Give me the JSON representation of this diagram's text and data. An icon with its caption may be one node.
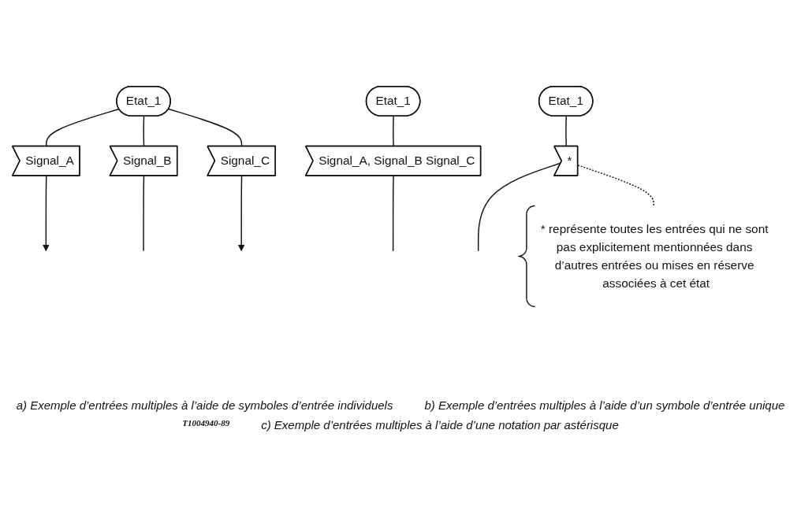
{
  "diagram": {
    "nodes": [
      {
        "text": [
          "Etat_1"
        ]
      },
      {
        "text": [
          "Signal_A"
        ]
      },
      {
        "text": [
          "Signal_B"
        ]
      },
      {
        "text": [
          "Signal_C"
        ]
      },
      {
        "text": [
          "Etat_1"
        ]
      },
      {
        "text": [
          "Signal_A, Signal_B Signal_C"
        ]
      },
      {
        "text": [
          "Etat_1"
        ]
      },
      {
        "text": [
          "*"
        ]
      },
      {
        "text": [
          "* représente toutes les entrées qui ne sont pas explicitement mentionnées dans d’autres entrées ou mises en réserve associées à cet état"
        ]
      }
    ],
    "edges": [
      {
        "from": 0,
        "to": 1,
        "arrow": "none"
      },
      {
        "from": 0,
        "to": 2,
        "arrow": "none"
      },
      {
        "from": 0,
        "to": 3,
        "arrow": "none"
      },
      {
        "from": 1,
        "to": null,
        "arrow": "to"
      },
      {
        "from": 2,
        "to": null,
        "arrow": "none"
      },
      {
        "from": 3,
        "to": null,
        "arrow": "to"
      },
      {
        "from": 4,
        "to": 5,
        "arrow": "none"
      },
      {
        "from": 5,
        "to": null,
        "arrow": "none"
      },
      {
        "from": 6,
        "to": 7,
        "arrow": "none"
      },
      {
        "from": 7,
        "to": null,
        "arrow": "none"
      },
      {
        "from": 7,
        "to": 8,
        "arrow": "none",
        "style": "dashed"
      }
    ],
    "labels": [
      "a) Exemple d’entrées multiples à l’aide de symboles d’entrée individuels",
      "b) Exemple d’entrées multiples à l’aide d’un symbole d’entrée unique",
      "T1004940-89",
      "c) Exemple d’entrées multiples à l’aide d’une notation par astérisque"
    ]
  }
}
